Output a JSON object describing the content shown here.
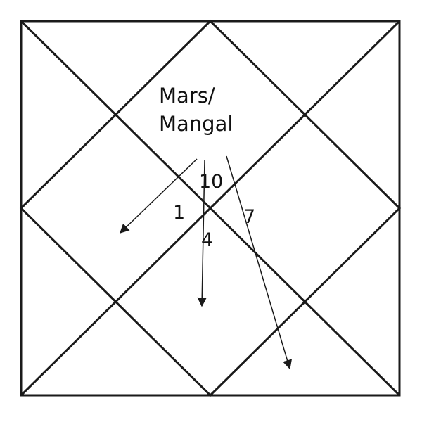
{
  "planet": {
    "line1": "Mars/",
    "line2": "Mangal"
  },
  "houses": {
    "h10": "10",
    "h1": "1",
    "h7": "7",
    "h4": "4"
  },
  "colors": {
    "line": "#1a1a1a",
    "text": "#111111",
    "background": "#ffffff"
  }
}
